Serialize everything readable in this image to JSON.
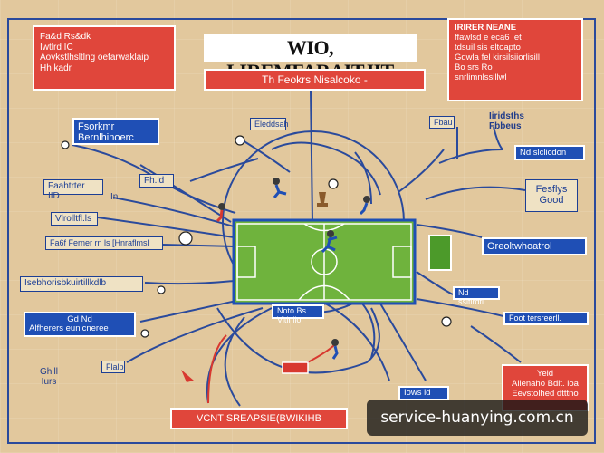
{
  "title": "WIO, LIREMFARAITJIT",
  "subtitle": "Th Feokrs Nisalcoko -",
  "top_left_box": [
    "Fa&d  Rs&dk",
    "Iwtlrd  IC",
    "Aovkstlhsltlng oefarwaklaip",
    "Hh kadr"
  ],
  "top_right_box": [
    "IRIRER NEANE",
    "ffawlsd  e  eca6 Iet",
    "tdsuil  sis  eltoapto",
    "Gdwla  fel  kirsilsiiorlisill",
    "Bo srs    Ro",
    "snrlimnlssillwl"
  ],
  "left_labels": {
    "panel1": [
      "Fsorkmr",
      "Bernlhinoerc"
    ],
    "box_fh": "Fh.ld",
    "lbl_a": "Faahtrter IID",
    "lbl_a2": "In",
    "lbl_b": "Vlrolltfl.ls",
    "lbl_c": "Fa6f Ferner rn  ls [Hnraflmsl",
    "long": "Isebhorisbkuirtillkdlb",
    "panel2": [
      "Gd  Nd",
      "Alfherers eunlcneree"
    ],
    "lbl_d": "Flalp",
    "bottom_left": [
      "Ghill",
      "Iurs"
    ]
  },
  "right_labels": {
    "top": [
      "Iiridsths",
      "Fbbeus"
    ],
    "blue1": "Nd slclicdon",
    "outline_box": [
      "Fesflys",
      "Good"
    ],
    "blue2": "Oreoltwhoatrol",
    "blue3": "Nd ssitlrdtl",
    "blue4": "Foot  tersreerll.",
    "bottom_box": [
      "Yeld",
      "Allenaho Bdlt. loa",
      "Eevstolhed dtttno"
    ]
  },
  "center_labels": {
    "top_lbl1": "Eleddsah",
    "top_lbl2": "Fbau",
    "under_pitch": "Noto  Bs Vitlnllo",
    "bottom_blue": "Iows ld"
  },
  "bottom_banner": "VCNT SREAPSIE(BWIKIHB",
  "watermark": "service-huanying.com.cn",
  "colors": {
    "background": "#e2c89d",
    "accent_red": "#e0463b",
    "accent_blue": "#1f4fb5",
    "pitch_green": "#6fb33d",
    "line_blue": "#2a4a9c"
  }
}
